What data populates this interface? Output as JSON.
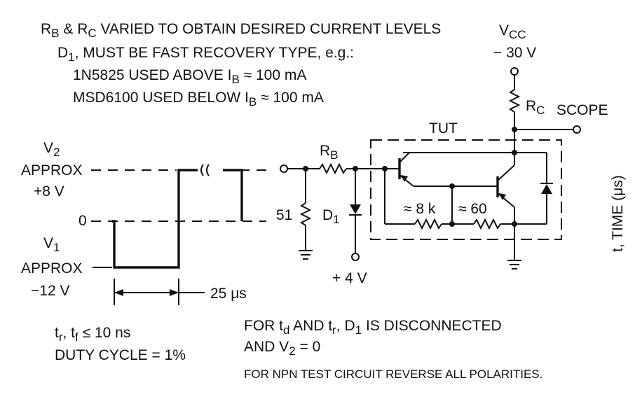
{
  "notes": {
    "line1": {
      "a": "R",
      "a_sub": "B",
      "b": " & R",
      "b_sub": "C",
      "c": " VARIED TO OBTAIN DESIRED CURRENT LEVELS"
    },
    "line2": {
      "a": "D",
      "a_sub": "1",
      "b": ", MUST BE FAST RECOVERY TYPE, e.g.:"
    },
    "line3": {
      "a": "1N5825 USED ABOVE I",
      "a_sub": "B",
      "b": " ≈ 100 mA"
    },
    "line4": {
      "a": "MSD6100 USED BELOW I",
      "a_sub": "B",
      "b": " ≈ 100 mA"
    }
  },
  "waveform": {
    "v2": {
      "name": "V",
      "sub": "2",
      "approx": "APPROX",
      "value": "+8 V"
    },
    "zero": "0",
    "v1": {
      "name": "V",
      "sub": "1",
      "approx": "APPROX",
      "value": "−12 V"
    },
    "pulse_width": "25 μs"
  },
  "timing": {
    "line1": {
      "a": "t",
      "a_sub": "r",
      "b": ", t",
      "b_sub": "f",
      "c": " ≤ 10 ns"
    },
    "line2": "DUTY CYCLE = 1%"
  },
  "circuit": {
    "vcc": {
      "name": "V",
      "sub": "CC",
      "value": "− 30 V"
    },
    "rc": {
      "name": "R",
      "sub": "C"
    },
    "scope": "SCOPE",
    "tut": "TUT",
    "rb": {
      "name": "R",
      "sub": "B"
    },
    "r51": "51",
    "d1": {
      "name": "D",
      "sub": "1"
    },
    "plus4v": "+ 4 V",
    "r8k": "≈ 8 k",
    "r60": "≈ 60"
  },
  "footer": {
    "line1": {
      "a": "FOR t",
      "a_sub": "d",
      "b": " AND t",
      "b_sub": "r",
      "c": ", D",
      "c_sub": "1",
      "d": " IS DISCONNECTED"
    },
    "line2": {
      "a": "AND V",
      "a_sub": "2",
      "b": " = 0"
    },
    "line3": "FOR NPN TEST CIRCUIT REVERSE ALL POLARITIES."
  },
  "side_label": "t, TIME (μs)"
}
